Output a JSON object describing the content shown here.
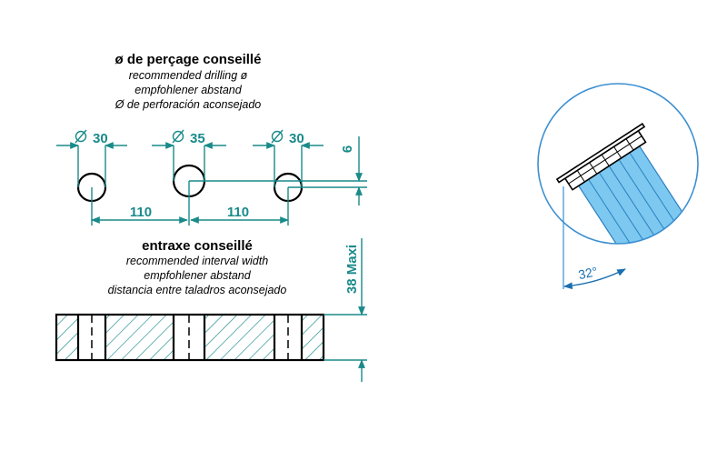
{
  "drilling": {
    "title": "ø de perçage conseillé",
    "line_en": "recommended drilling ø",
    "line_de": "empfohlener abstand",
    "line_es": "Ø de perforación aconsejado"
  },
  "dimensions": {
    "dia_left": "30",
    "dia_middle": "35",
    "dia_right": "30",
    "offset": "6",
    "spacing_left": "110",
    "spacing_right": "110",
    "height_max": "38 Maxi"
  },
  "spacing": {
    "title": "entraxe conseillé",
    "line_en": "recommended interval width",
    "line_de": "empfohlener abstand",
    "line_es": "distancia entre taladros aconsejado"
  },
  "detail": {
    "angle": "32°"
  },
  "colors": {
    "dimension": "#1a8a8a",
    "panel_fill": "#7cc8f0",
    "panel_stroke": "#2a7fc0",
    "circle_stroke": "#3c8fd0"
  }
}
